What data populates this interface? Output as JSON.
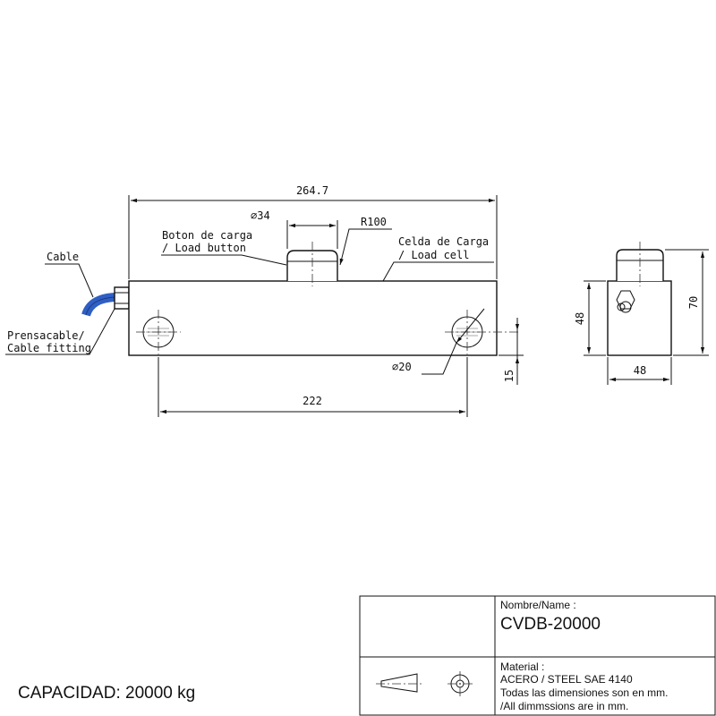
{
  "drawing": {
    "dimensions": {
      "overall_length": "264.7",
      "button_diameter": "∅34",
      "radius": "R100",
      "hole_spacing": "222",
      "hole_diameter": "∅20",
      "hole_offset": "15",
      "height": "48",
      "side_width": "48",
      "side_total_height": "70"
    },
    "labels": {
      "cable": "Cable",
      "load_button_1": "Boton de carga",
      "load_button_2": "/ Load button",
      "load_cell_1": "Celda de Carga",
      "load_cell_2": "/ Load cell",
      "cable_fitting_1": "Prensacable/",
      "cable_fitting_2": "Cable fitting"
    },
    "cable_color": "#2f5fc4"
  },
  "capacity": "CAPACIDAD: 20000 kg",
  "title_block": {
    "name_label": "Nombre/Name :",
    "name_value": "CVDB-20000",
    "material_label": "Material :",
    "material_value": "ACERO / STEEL SAE 4140",
    "note_es": "Todas las dimensiones son en mm.",
    "note_en": "/All dimmssions are in mm."
  }
}
